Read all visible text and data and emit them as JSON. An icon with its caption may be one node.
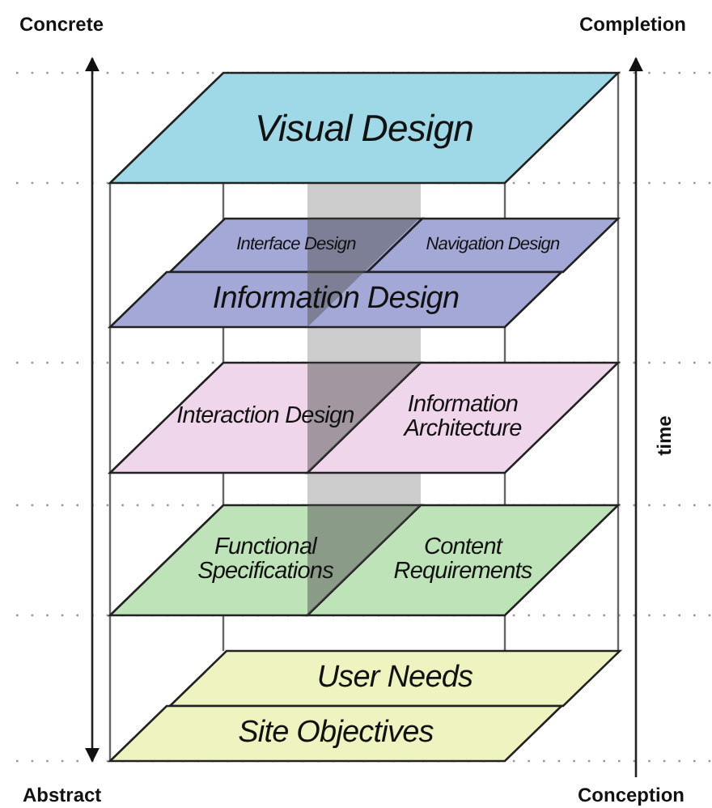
{
  "diagram": {
    "nodes": [
      {
        "text": [
          "Visual Design"
        ]
      },
      {
        "text": [
          "Interface Design"
        ]
      },
      {
        "text": [
          "Navigation Design"
        ]
      },
      {
        "text": [
          "Information Design"
        ]
      },
      {
        "text": [
          "Interaction Design"
        ]
      },
      {
        "text": [
          "Information Architecture"
        ]
      },
      {
        "text": [
          "Functional Specifications"
        ]
      },
      {
        "text": [
          "Content Requirements"
        ]
      },
      {
        "text": [
          "User Needs"
        ]
      },
      {
        "text": [
          "Site Objectives"
        ]
      }
    ],
    "labels": [
      "Concrete",
      "Completion",
      "time",
      "Abstract",
      "Conception"
    ]
  }
}
